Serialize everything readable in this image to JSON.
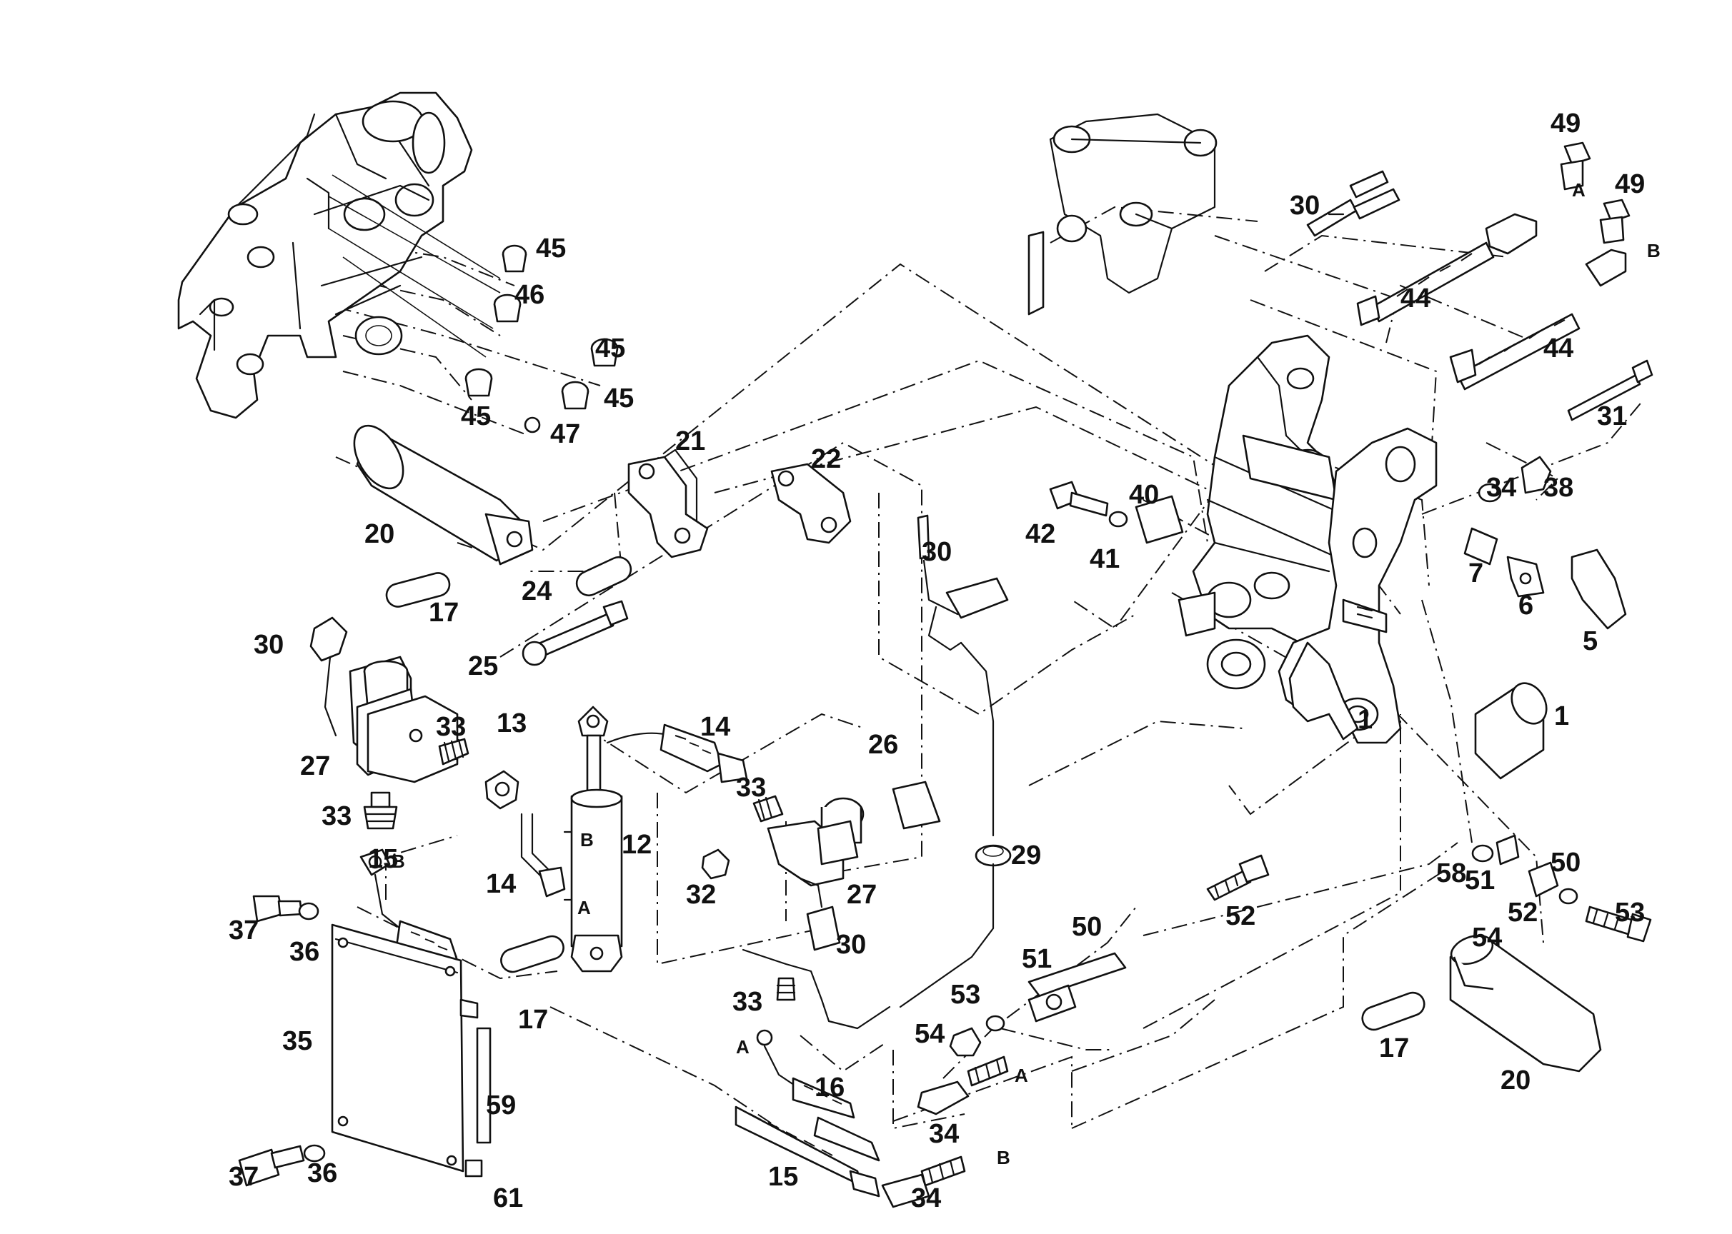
{
  "callouts": [
    "1",
    "1",
    "5",
    "6",
    "7",
    "12",
    "13",
    "14",
    "14",
    "15",
    "15",
    "16",
    "17",
    "17",
    "17",
    "20",
    "20",
    "21",
    "22",
    "24",
    "25",
    "26",
    "27",
    "27",
    "29",
    "30",
    "30",
    "30",
    "30",
    "31",
    "32",
    "33",
    "33",
    "33",
    "33",
    "34",
    "34",
    "34",
    "35",
    "36",
    "36",
    "37",
    "37",
    "38",
    "40",
    "41",
    "42",
    "44",
    "44",
    "45",
    "45",
    "45",
    "45",
    "46",
    "47",
    "49",
    "49",
    "50",
    "50",
    "51",
    "51",
    "52",
    "52",
    "53",
    "53",
    "54",
    "54",
    "58",
    "59",
    "61"
  ],
  "port_labels": [
    "A",
    "B",
    "A",
    "B",
    "A",
    "B",
    "A",
    "B"
  ]
}
